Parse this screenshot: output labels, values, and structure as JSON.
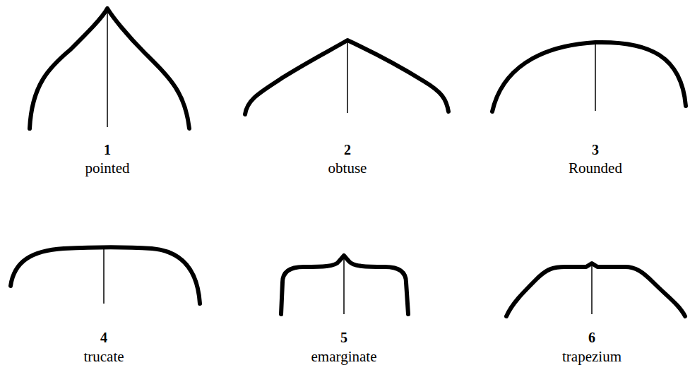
{
  "diagram": {
    "labels": [
      "1",
      "pointed",
      "2",
      "obtuse",
      "3",
      "Rounded",
      "4",
      "trucate",
      "5",
      "emarginate",
      "6",
      "trapezium"
    ]
  }
}
